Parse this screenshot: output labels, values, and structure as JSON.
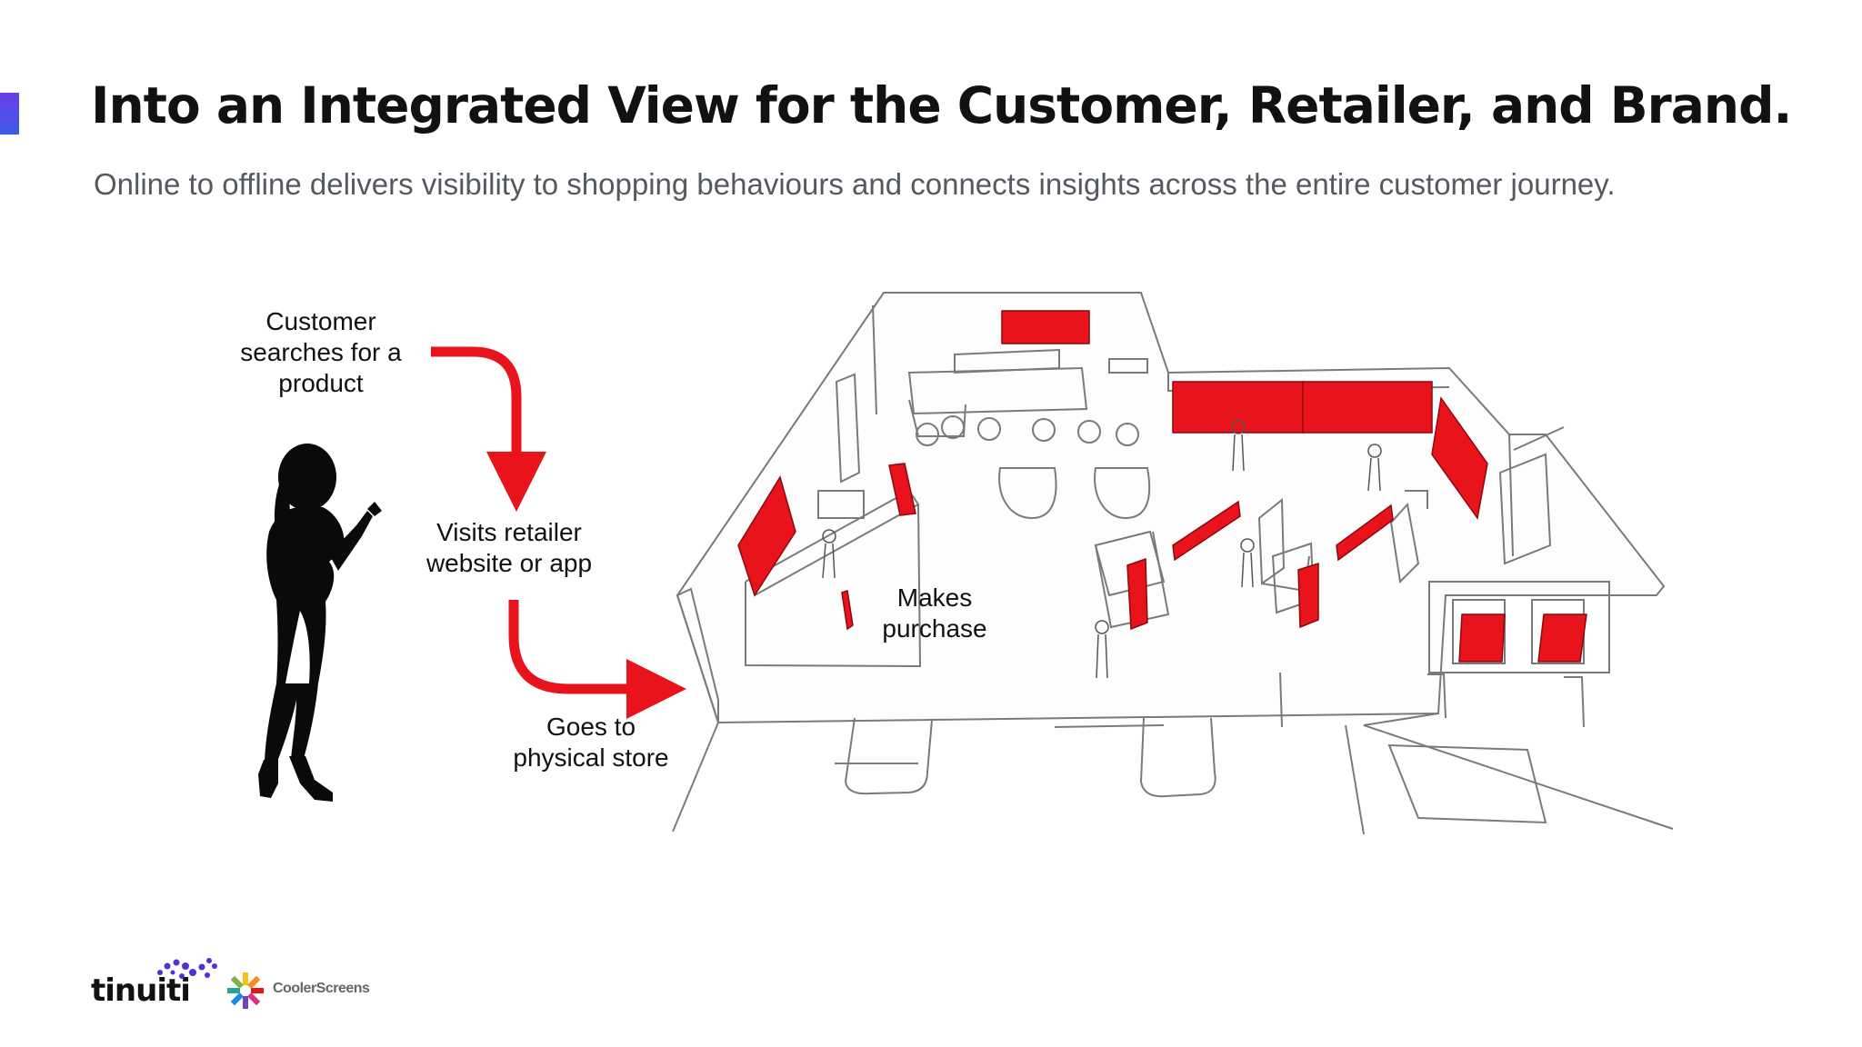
{
  "slide": {
    "title": "Into an Integrated View for the Customer, Retailer, and Brand.",
    "subtitle": "Online to offline delivers visibility to shopping behaviours and connects insights across the entire customer journey."
  },
  "journey": {
    "step1": {
      "line1": "Customer",
      "line2": "searches for a",
      "line3": "product"
    },
    "step2": {
      "line1": "Visits retailer",
      "line2": "website or app"
    },
    "step3": {
      "line1": "Goes to",
      "line2": "physical store"
    },
    "step4": {
      "line1": "Makes",
      "line2": "purchase"
    }
  },
  "brands": {
    "tinuiti": "tinuiti",
    "cooler_screens": "CoolerScreens"
  },
  "colors": {
    "accent": "#e8131b",
    "title": "#111111",
    "subtitle": "#555a60",
    "bar": "#5b45e6"
  },
  "icons": [
    "woman-silhouette-icon",
    "curved-arrow-icon",
    "store-floorplan-illustration",
    "tinuiti-logo-icon",
    "cooler-screens-logo-icon"
  ]
}
